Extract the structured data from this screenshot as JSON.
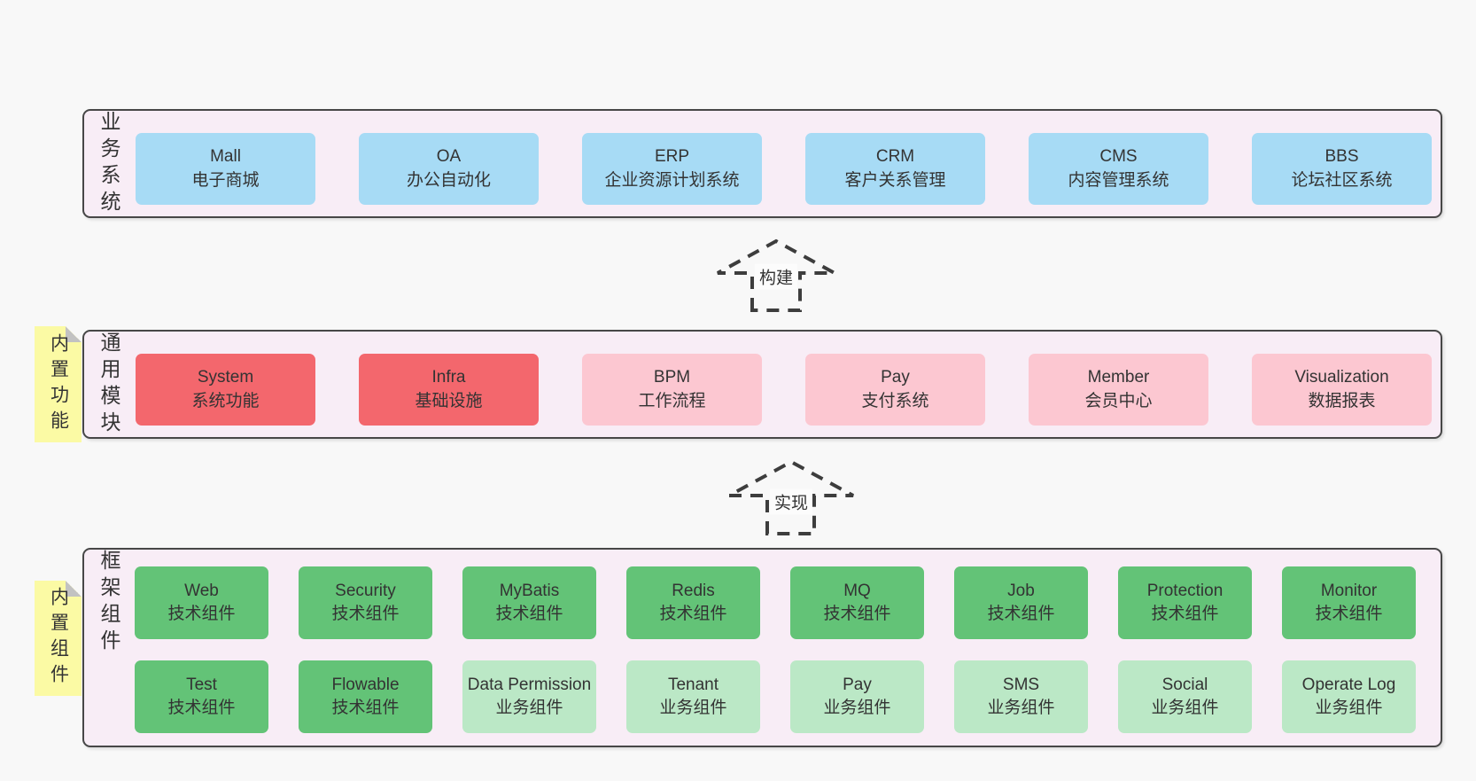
{
  "colors": {
    "blue": "#a7dbf5",
    "red": "#f3676d",
    "pink": "#fcc7d1",
    "green": "#63c377",
    "lightgreen": "#bbe8c6",
    "container": "#f8edf6",
    "note_yellow": "#fbfaa4",
    "border": "#474747",
    "text": "#333333",
    "canvas": "#f8f8f8"
  },
  "layers": [
    {
      "id": "business-systems",
      "label": "业务系统",
      "rows": [
        {
          "boxes": [
            {
              "en": "Mall",
              "zh": "电子商城",
              "color": "blue"
            },
            {
              "en": "OA",
              "zh": "办公自动化",
              "color": "blue"
            },
            {
              "en": "ERP",
              "zh": "企业资源计划系统",
              "color": "blue"
            },
            {
              "en": "CRM",
              "zh": "客户关系管理",
              "color": "blue"
            },
            {
              "en": "CMS",
              "zh": "内容管理系统",
              "color": "blue"
            },
            {
              "en": "BBS",
              "zh": "论坛社区系统",
              "color": "blue"
            }
          ]
        }
      ]
    },
    {
      "id": "common-modules",
      "label": "通用模块",
      "note": "内置功能",
      "rows": [
        {
          "boxes": [
            {
              "en": "System",
              "zh": "系统功能",
              "color": "red"
            },
            {
              "en": "Infra",
              "zh": "基础设施",
              "color": "red"
            },
            {
              "en": "BPM",
              "zh": "工作流程",
              "color": "pink"
            },
            {
              "en": "Pay",
              "zh": "支付系统",
              "color": "pink"
            },
            {
              "en": "Member",
              "zh": "会员中心",
              "color": "pink"
            },
            {
              "en": "Visualization",
              "zh": "数据报表",
              "color": "pink"
            }
          ]
        }
      ]
    },
    {
      "id": "framework-components",
      "label": "框架组件",
      "note": "内置组件",
      "rows": [
        {
          "boxes": [
            {
              "en": "Web",
              "zh": "技术组件",
              "color": "green"
            },
            {
              "en": "Security",
              "zh": "技术组件",
              "color": "green"
            },
            {
              "en": "MyBatis",
              "zh": "技术组件",
              "color": "green"
            },
            {
              "en": "Redis",
              "zh": "技术组件",
              "color": "green"
            },
            {
              "en": "MQ",
              "zh": "技术组件",
              "color": "green"
            },
            {
              "en": "Job",
              "zh": "技术组件",
              "color": "green"
            },
            {
              "en": "Protection",
              "zh": "技术组件",
              "color": "green"
            },
            {
              "en": "Monitor",
              "zh": "技术组件",
              "color": "green"
            }
          ]
        },
        {
          "boxes": [
            {
              "en": "Test",
              "zh": "技术组件",
              "color": "green"
            },
            {
              "en": "Flowable",
              "zh": "技术组件",
              "color": "green"
            },
            {
              "en": "Data Permission",
              "zh": "业务组件",
              "color": "lightgreen"
            },
            {
              "en": "Tenant",
              "zh": "业务组件",
              "color": "lightgreen"
            },
            {
              "en": "Pay",
              "zh": "业务组件",
              "color": "lightgreen"
            },
            {
              "en": "SMS",
              "zh": "业务组件",
              "color": "lightgreen"
            },
            {
              "en": "Social",
              "zh": "业务组件",
              "color": "lightgreen"
            },
            {
              "en": "Operate Log",
              "zh": "业务组件",
              "color": "lightgreen"
            }
          ]
        }
      ]
    }
  ],
  "arrows": [
    {
      "id": "build",
      "label": "构建"
    },
    {
      "id": "implement",
      "label": "实现"
    }
  ]
}
